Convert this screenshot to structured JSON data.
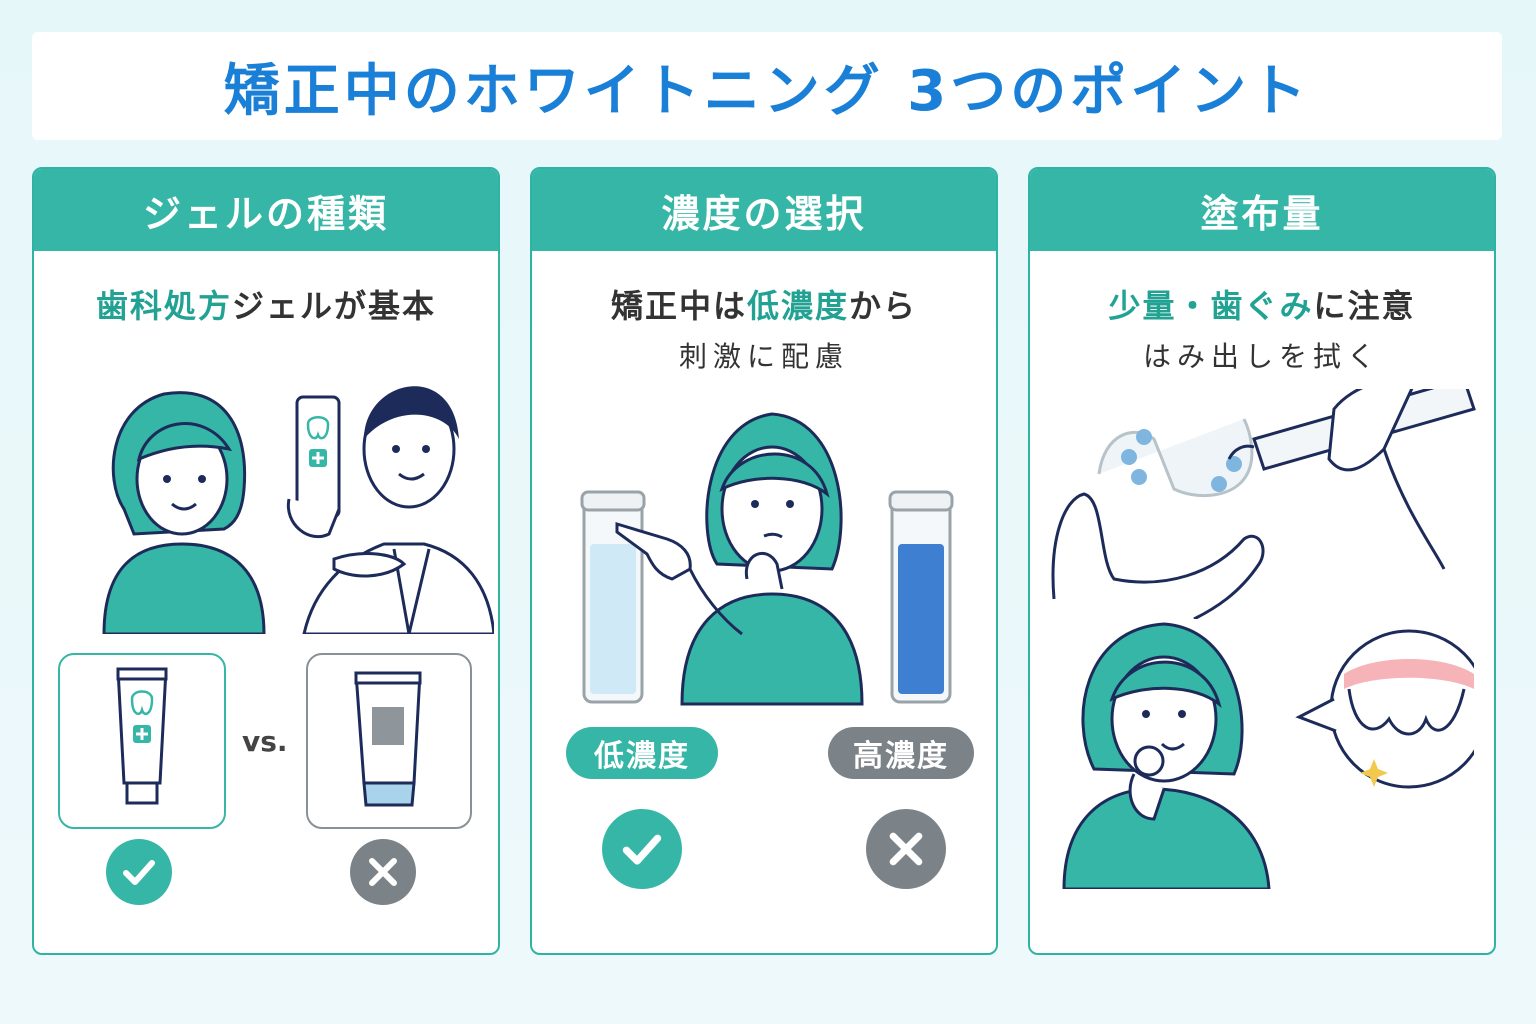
{
  "title": "矯正中のホワイトニング 3つのポイント",
  "cards": [
    {
      "header": "ジェルの種類",
      "subtitle_hl": "歯科処方",
      "subtitle_rest": "ジェルが基本",
      "vs_label": "vs.",
      "good_icon": "check-icon",
      "bad_icon": "cross-icon"
    },
    {
      "header": "濃度の選択",
      "subtitle_pre": "矯正中は",
      "subtitle_hl": "低濃度",
      "subtitle_post": "から",
      "subtitle2": "刺激に配慮",
      "low_label": "低濃度",
      "high_label": "高濃度",
      "good_icon": "check-icon",
      "bad_icon": "cross-icon"
    },
    {
      "header": "塗布量",
      "subtitle_hl": "少量・歯ぐみ",
      "subtitle_post": "に注意",
      "subtitle2": "はみ出しを拭く"
    }
  ],
  "colors": {
    "title": "#1a7fd6",
    "accent": "#36b6a6",
    "gray": "#7b8388",
    "low_liquid": "#cfe9f7",
    "high_liquid": "#3f7fd1"
  }
}
